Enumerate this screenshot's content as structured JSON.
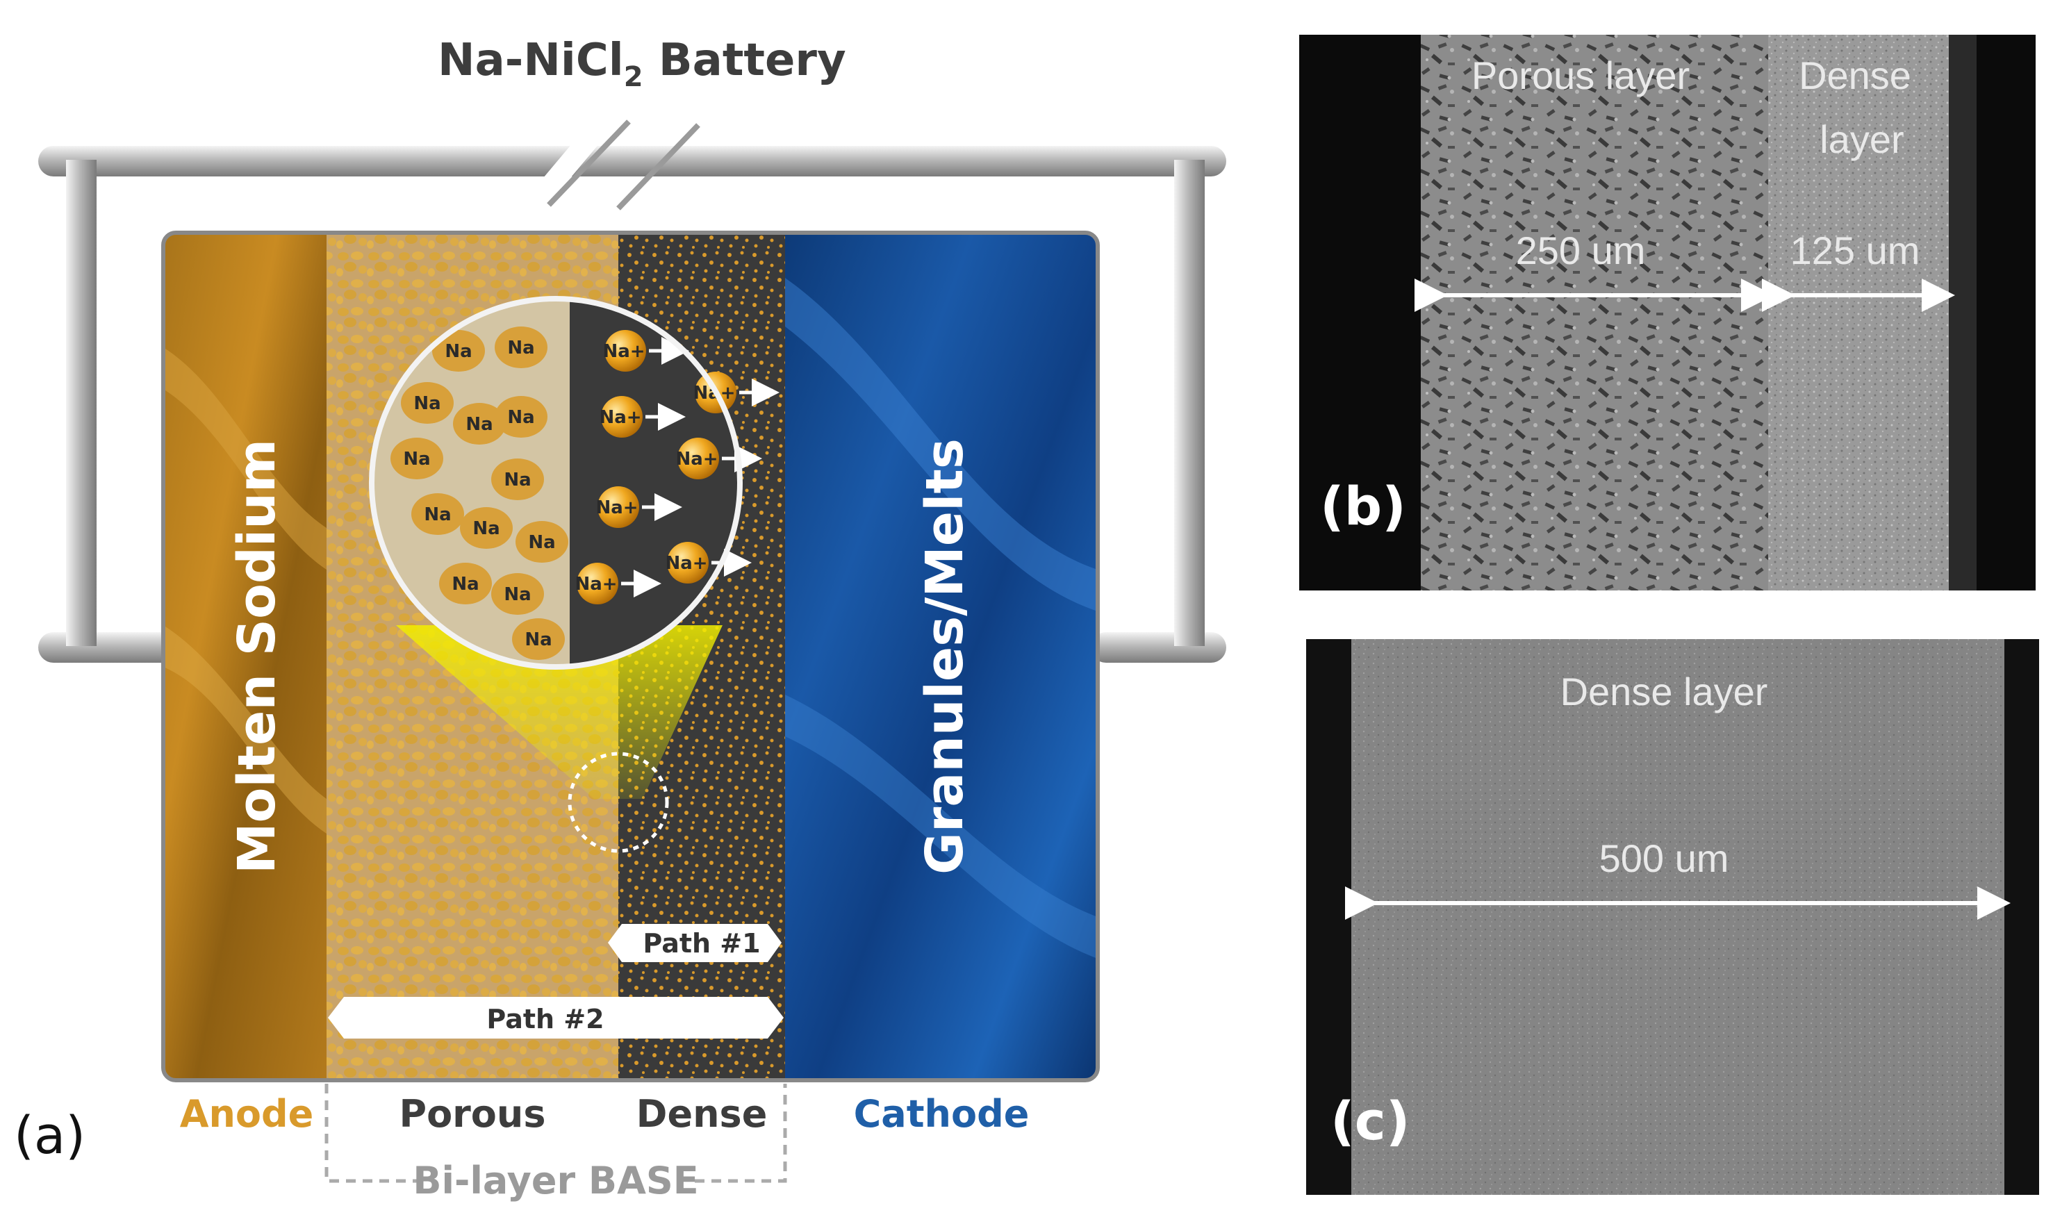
{
  "panel_a": {
    "title_main": "Na-NiCl",
    "title_sub": "2",
    "title_tail": " Battery",
    "molten_label": "Molten Sodium",
    "granules_label": "Granules/Melts",
    "na_label": "Na",
    "na_ion_label": "Na",
    "na_ion_charge": "+",
    "path1": "Path #1",
    "path2": "Path #2",
    "anode": "Anode",
    "porous": "Porous",
    "dense": "Dense",
    "cathode": "Cathode",
    "base_label": "Bi-layer BASE",
    "letter": "(a)",
    "colors": {
      "anode": "#d99a2b",
      "cathode": "#1f5fa8",
      "dark_text": "#3d3d3d",
      "base_label": "#9a9a9a"
    }
  },
  "panel_b": {
    "porous_label": "Porous layer",
    "dense_label_line1": "Dense",
    "dense_label_line2": "layer",
    "porous_width": "250 um",
    "dense_width": "125 um",
    "letter": "(b)"
  },
  "panel_c": {
    "dense_label": "Dense layer",
    "width": "500 um",
    "letter": "(c)"
  }
}
